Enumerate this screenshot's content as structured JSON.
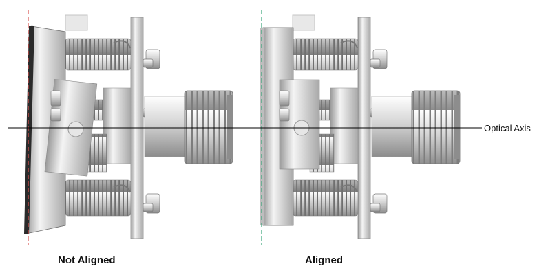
{
  "labels": {
    "optical_axis": "Optical Axis",
    "left_caption": "Not Aligned",
    "right_caption": "Aligned"
  },
  "colors": {
    "not_aligned_line": "#d9534f",
    "aligned_line": "#3aa57a",
    "axis_line": "#000000",
    "metal_light": "#f2f2f2",
    "metal_mid": "#c9c9c9",
    "metal_dark": "#8e8e8e"
  },
  "icons": [
    "tilted-mirror-mount",
    "aligned-mirror-mount",
    "spring",
    "adjuster-screw"
  ]
}
